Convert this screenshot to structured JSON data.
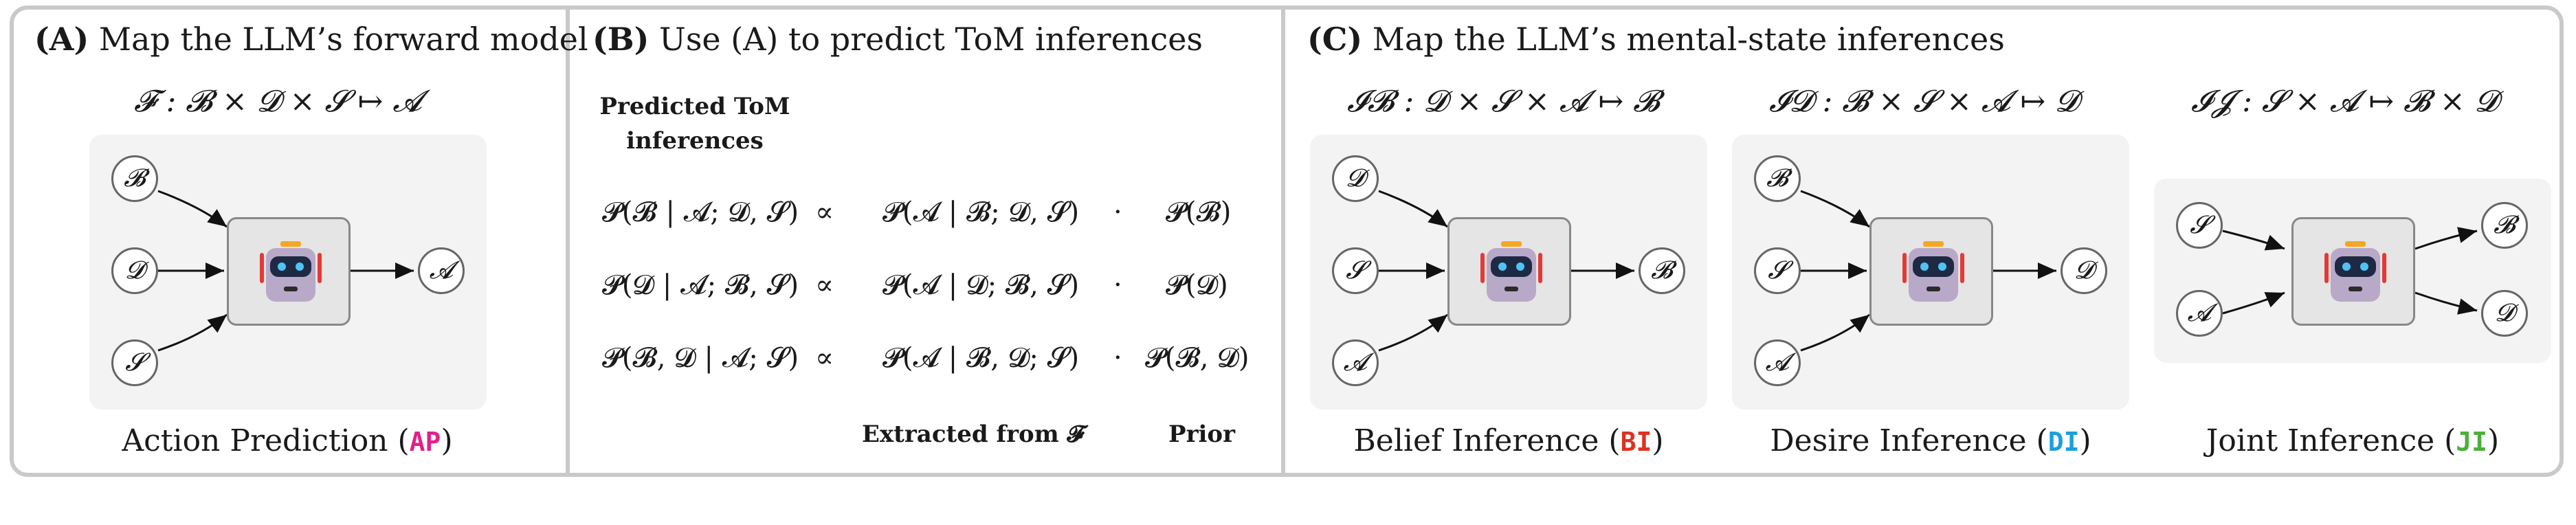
{
  "panelA": {
    "title_bold": "(A)",
    "title_text": "Map the LLM’s forward model",
    "formula": "𝓕 :  𝓑 × 𝓓 × 𝓢 ↦ 𝓐",
    "nodes": {
      "b": "𝓑",
      "d": "𝓓",
      "s": "𝓢",
      "a": "𝓐"
    },
    "caption_text": "Action Prediction (",
    "caption_code": "AP",
    "caption_end": ")",
    "code_color": "#e0218a"
  },
  "panelB": {
    "title_bold": "(B)",
    "title_text": "Use (A) to predict ToM inferences",
    "header_line1": "Predicted ToM",
    "header_line2": "inferences",
    "rows": [
      {
        "lhs": "𝓟(𝓑 | 𝓐; 𝓓, 𝓢)",
        "prop": "∝",
        "likelihood": "𝓟(𝓐 | 𝓑; 𝓓, 𝓢)",
        "dot": "·",
        "prior": "𝓟(𝓑)"
      },
      {
        "lhs": "𝓟(𝓓 | 𝓐; 𝓑, 𝓢)",
        "prop": "∝",
        "likelihood": "𝓟(𝓐 | 𝓓; 𝓑, 𝓢)",
        "dot": "·",
        "prior": "𝓟(𝓓)"
      },
      {
        "lhs": "𝓟(𝓑, 𝓓 | 𝓐; 𝓢)",
        "prop": "∝",
        "likelihood": "𝓟(𝓐 | 𝓑, 𝓓; 𝓢)",
        "dot": "·",
        "prior": "𝓟(𝓑, 𝓓)"
      }
    ],
    "footer_extracted": "Extracted from 𝓕",
    "footer_prior": "Prior"
  },
  "panelC": {
    "title_bold": "(C)",
    "title_text": "Map the LLM’s mental-state inferences",
    "belief": {
      "formula": "𝓘𝓑 :  𝓓 × 𝓢 × 𝓐 ↦ 𝓑",
      "nodes": {
        "in1": "𝓓",
        "in2": "𝓢",
        "in3": "𝓐",
        "out": "𝓑"
      },
      "caption_text": "Belief Inference (",
      "caption_code": "BI",
      "caption_end": ")",
      "code_color": "#e03020"
    },
    "desire": {
      "formula": "𝓘𝓓 :  𝓑 × 𝓢 × 𝓐 ↦ 𝓓",
      "nodes": {
        "in1": "𝓑",
        "in2": "𝓢",
        "in3": "𝓐",
        "out": "𝓓"
      },
      "caption_text": "Desire Inference (",
      "caption_code": "DI",
      "caption_end": ")",
      "code_color": "#1aa0e0"
    },
    "joint": {
      "formula": "𝓘𝓙 :  𝓢 × 𝓐 ↦ 𝓑 × 𝓓",
      "nodes": {
        "in1": "𝓢",
        "in2": "𝓐",
        "out1": "𝓑",
        "out2": "𝓓"
      },
      "caption_text": "Joint Inference (",
      "caption_code": "JI",
      "caption_end": ")",
      "code_color": "#4caf3a"
    }
  },
  "colors": {
    "border": "#c9c9c9",
    "node_border": "#666666",
    "panel_bg": "#f3f3f3"
  },
  "icons": {
    "llm": "robot-icon"
  }
}
